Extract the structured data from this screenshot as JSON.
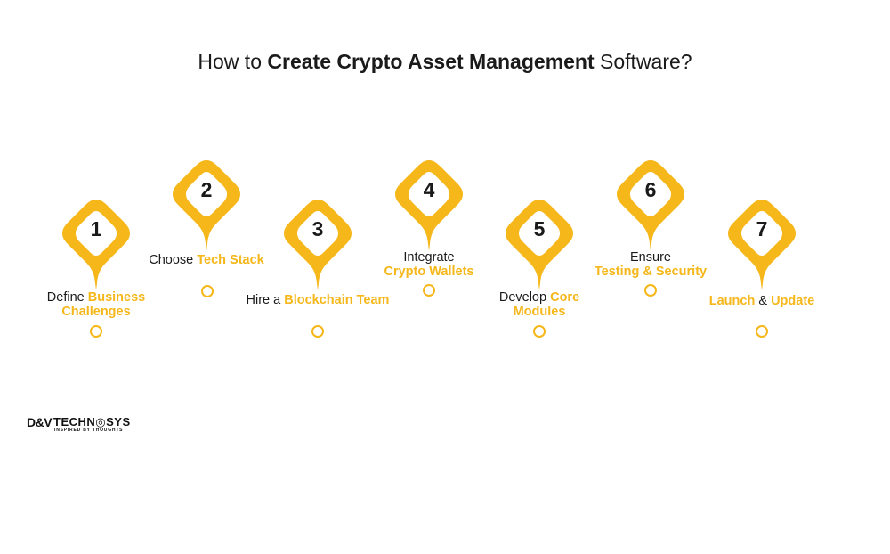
{
  "title": {
    "pre": "How to ",
    "bold": "Create Crypto Asset Management",
    "post": " Software?"
  },
  "steps": [
    {
      "num": "1",
      "label_plain": "Define ",
      "label_hl": "Business",
      "label_line2": "Challenges"
    },
    {
      "num": "2",
      "label_plain": "Choose ",
      "label_hl": "Tech Stack"
    },
    {
      "num": "3",
      "label_plain": "Hire a ",
      "label_hl": "Blockchain Team"
    },
    {
      "num": "4",
      "label_plain": "Integrate",
      "label_line2": "Crypto Wallets"
    },
    {
      "num": "5",
      "label_plain": "Develop ",
      "label_hl": "Core",
      "label_line2": "Modules"
    },
    {
      "num": "6",
      "label_plain": "Ensure",
      "label_line2": "Testing & Security"
    },
    {
      "num": "7",
      "label_hl": "Launch",
      "label_plain": " & ",
      "label_hl2": "Update"
    }
  ],
  "logo": {
    "mark": "D&V",
    "brand": "TECHN◎SYS",
    "tagline": "INSPIRED BY THOUGHTS"
  },
  "colors": {
    "accent": "#f5b719",
    "text": "#1a1a1a"
  },
  "icons": [
    "location-pin-icon",
    "circle-marker-icon"
  ]
}
